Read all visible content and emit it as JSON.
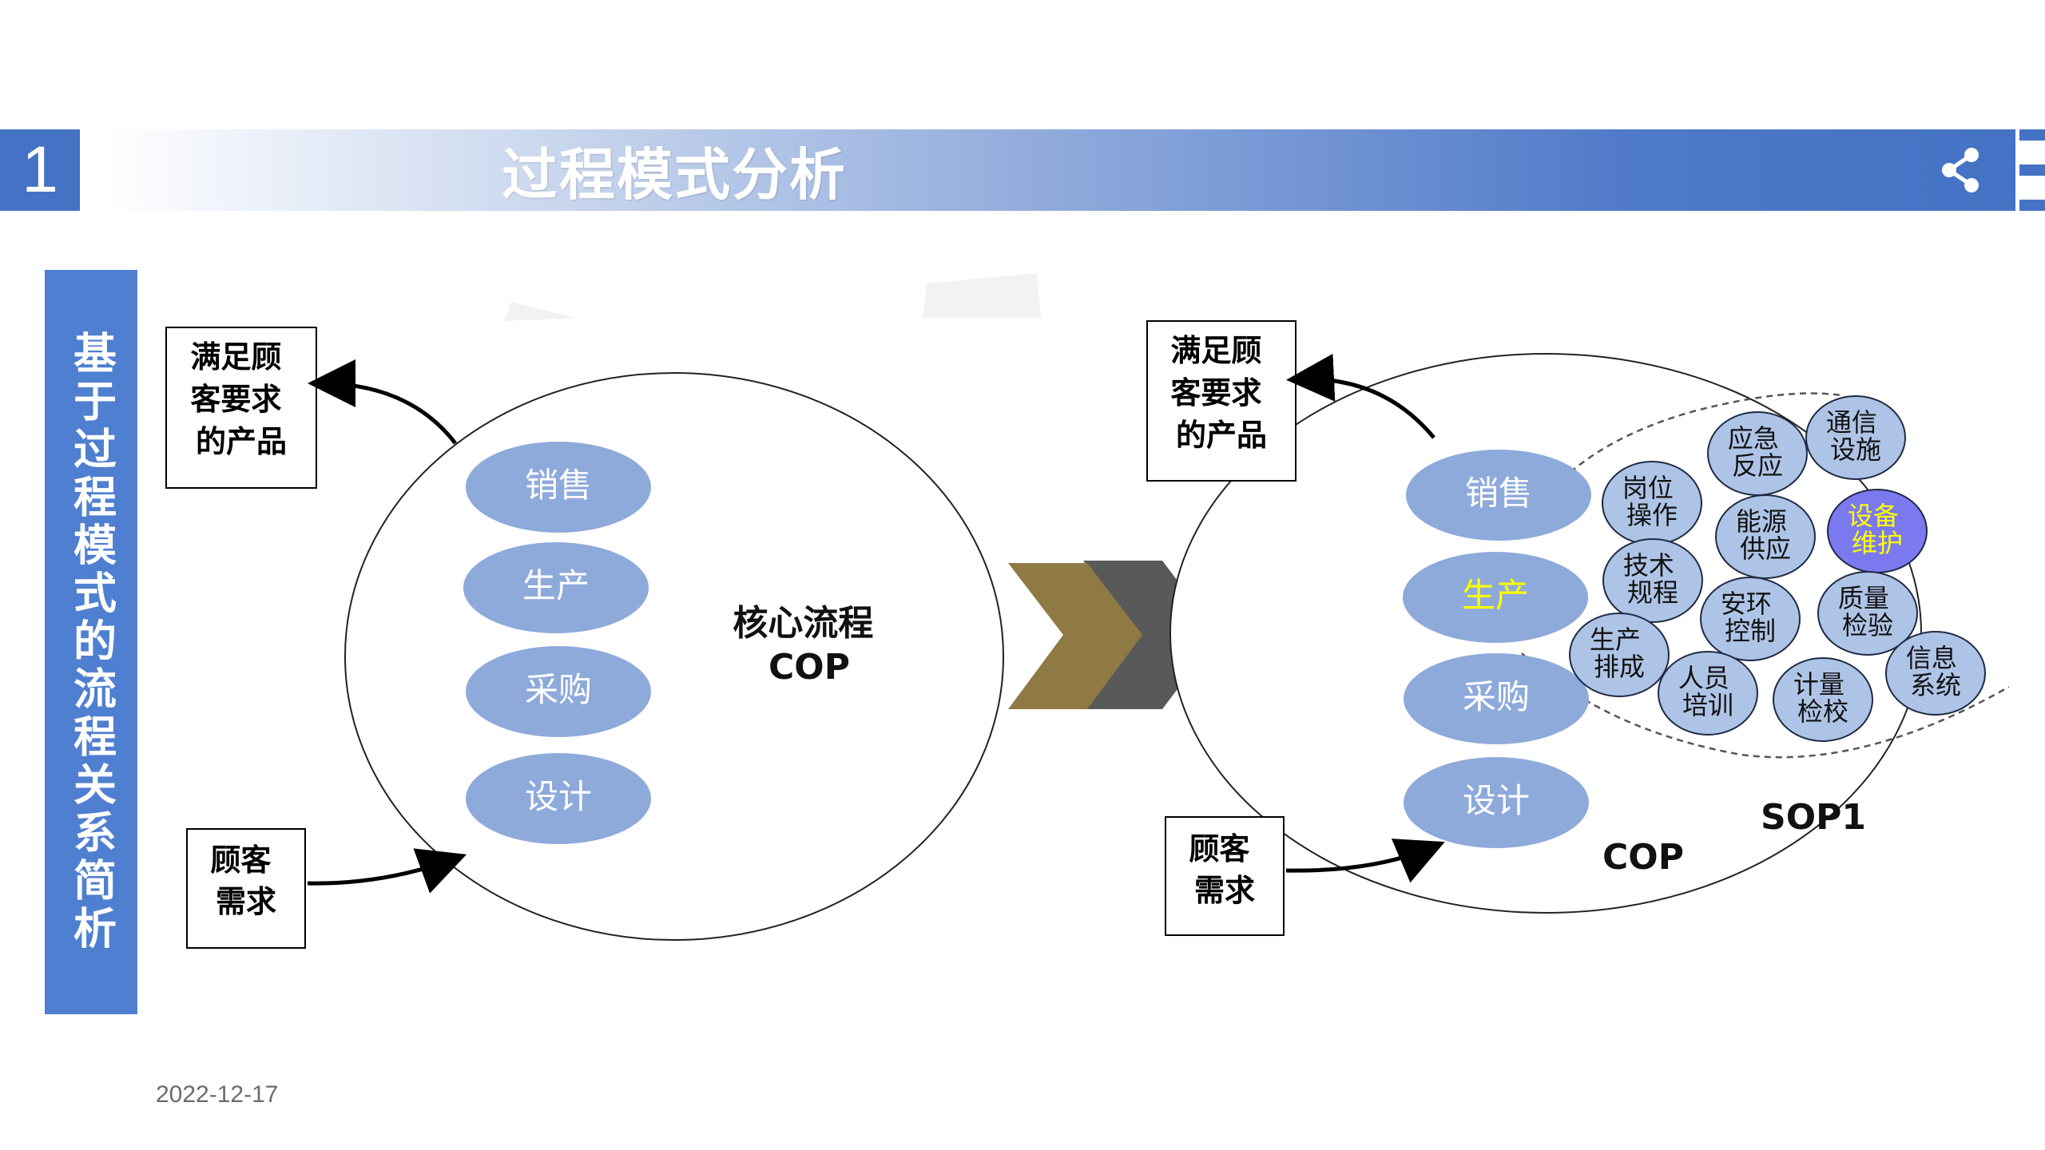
{
  "header": {
    "number": "1",
    "title": "过程模式分析",
    "share_icon": "share-icon"
  },
  "sidebar": {
    "text": "基于过程模式的流程关系简析"
  },
  "left_diagram": {
    "top_box": [
      "满足顾",
      "客要求",
      "的产品"
    ],
    "bottom_box": [
      "顾客",
      "需求"
    ],
    "ellipses": [
      "销售",
      "生产",
      "采购",
      "设计"
    ],
    "center_label": [
      "核心流程",
      "COP"
    ]
  },
  "right_diagram": {
    "top_box": [
      "满足顾",
      "客要求",
      "的产品"
    ],
    "bottom_box": [
      "顾客",
      "需求"
    ],
    "ellipses": [
      "销售",
      "生产",
      "采购",
      "设计"
    ],
    "cop_label": "COP",
    "sop_label": "SOP1",
    "bubbles": [
      [
        "应急",
        "反应"
      ],
      [
        "通信",
        "设施"
      ],
      [
        "岗位",
        "操作"
      ],
      [
        "能源",
        "供应"
      ],
      [
        "设备",
        "维护"
      ],
      [
        "技术",
        "规程"
      ],
      [
        "安环",
        "控制"
      ],
      [
        "质量",
        "检验"
      ],
      [
        "生产",
        "排成"
      ],
      [
        "人员",
        "培训"
      ],
      [
        "计量",
        "检校"
      ],
      [
        "信息",
        "系统"
      ]
    ]
  },
  "colors": {
    "accent_blue": "#4472c4",
    "ellipse_fill": "#8eaadb",
    "bubble_fill": "#aec4e6",
    "highlight_bubble": "#7b79f0",
    "highlight_text": "#ffff00",
    "arrow_gold": "#8f7a44",
    "arrow_gray": "#595959"
  },
  "footer": {
    "date": "2022-12-17"
  }
}
